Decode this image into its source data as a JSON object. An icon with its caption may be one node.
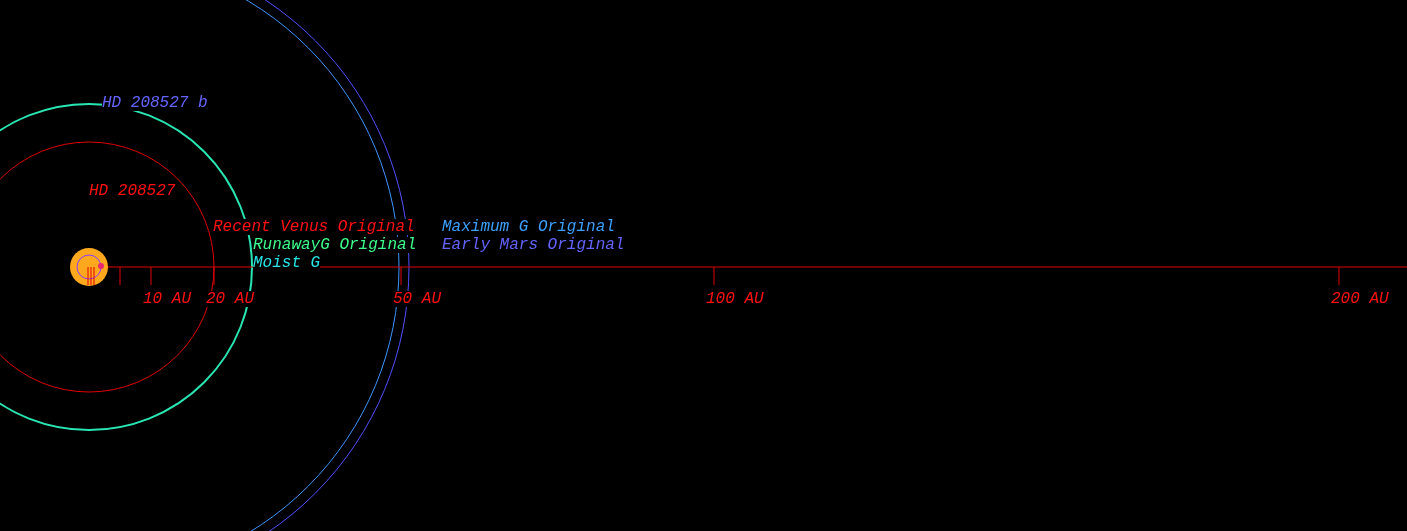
{
  "diagram": {
    "labels": [
      "HD 208527 b",
      "HD 208527",
      "Recent Venus Original",
      "Maximum G Original",
      "RunawayG Original",
      "Early Mars Original",
      "Moist G",
      "10 AU",
      "20 AU",
      "50 AU",
      "100 AU",
      "200 AU"
    ]
  }
}
